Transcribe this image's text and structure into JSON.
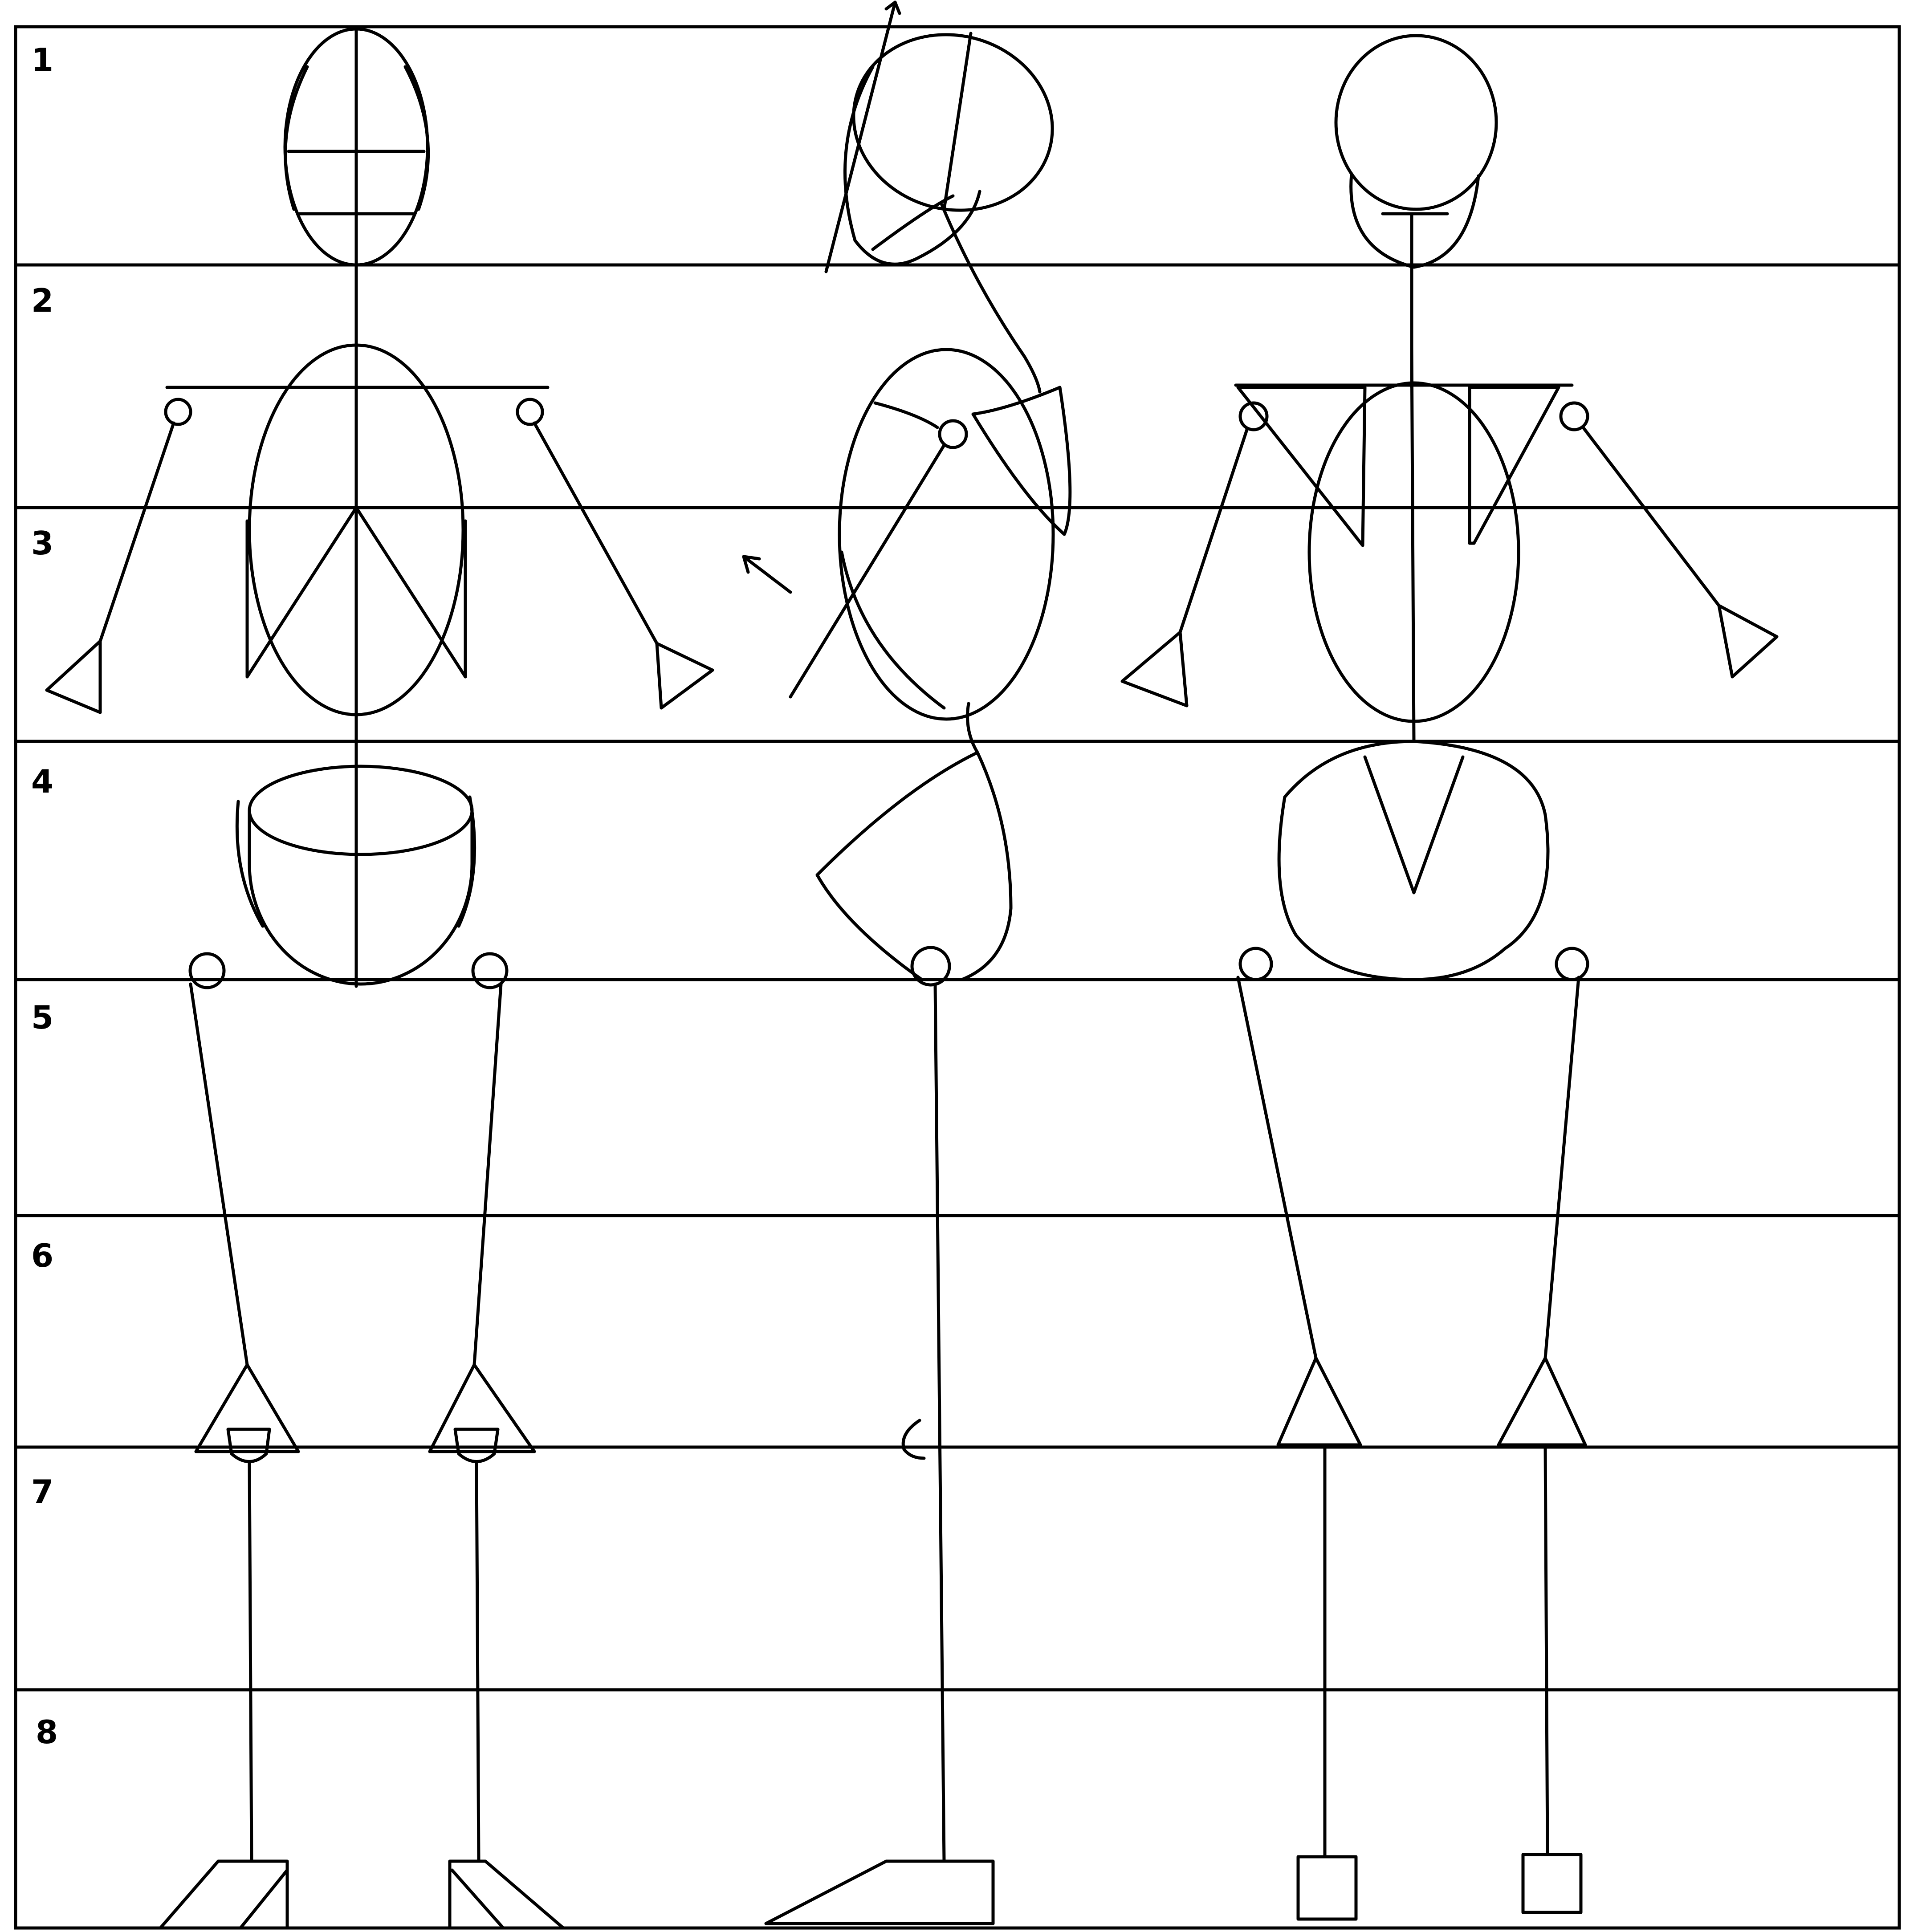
{
  "diagram": {
    "row_labels": [
      "1",
      "2",
      "3",
      "4",
      "5",
      "6",
      "7",
      "8"
    ],
    "figures": [
      {
        "view": "front"
      },
      {
        "view": "side"
      },
      {
        "view": "back"
      }
    ],
    "colors": {
      "ink": "#000000",
      "paper": "#ffffff"
    }
  }
}
